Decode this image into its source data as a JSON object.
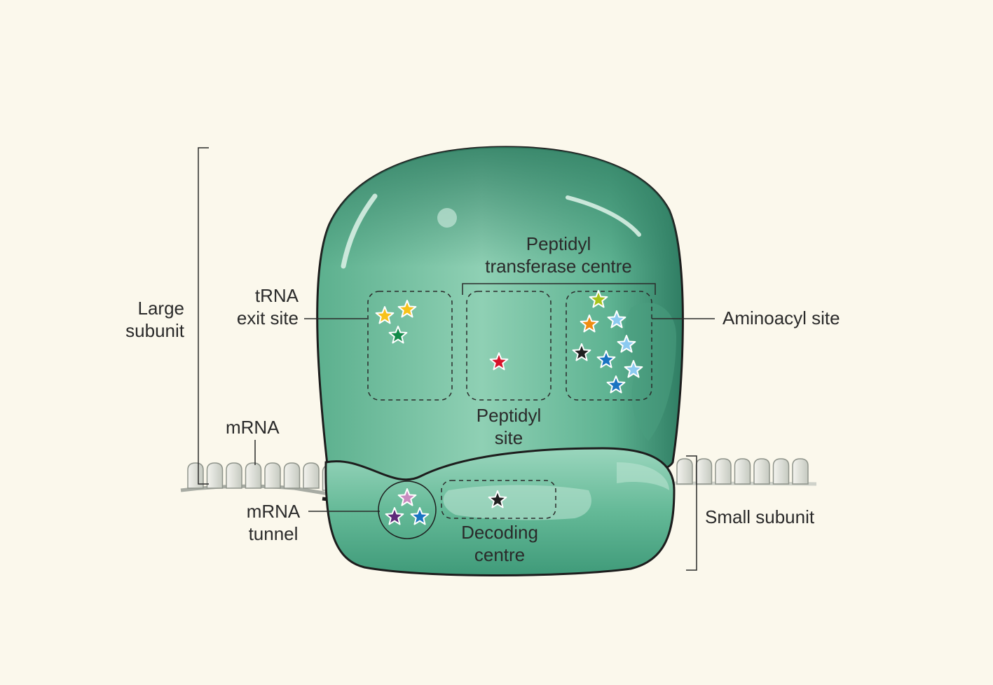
{
  "colors": {
    "background": "#fbf8ec",
    "large_subunit": "#5fb595",
    "small_subunit": "#62b997",
    "outline": "#1d1d1d",
    "mrna_bead": "#d9dcd4",
    "text": "#2a2a2a"
  },
  "labels": {
    "large_subunit": [
      "Large",
      "subunit"
    ],
    "small_subunit": "Small subunit",
    "mrna": "mRNA",
    "mrna_tunnel": [
      "mRNA",
      "tunnel"
    ],
    "trna_exit_site": [
      "tRNA",
      "exit site"
    ],
    "peptidyl_transferase_centre": [
      "Peptidyl",
      "transferase centre"
    ],
    "aminoacyl_site": "Aminoacyl site",
    "peptidyl_site": [
      "Peptidyl",
      "site"
    ],
    "decoding_centre": [
      "Decoding",
      "centre"
    ]
  },
  "star_groups": {
    "trna_exit_site": [
      "#f7c21a",
      "#f7c21a",
      "#138a4a"
    ],
    "peptidyl_site": [
      "#d7132a"
    ],
    "aminoacyl_site": [
      "#a7c31c",
      "#8ccaf0",
      "#ef8c12",
      "#8ccaf0",
      "#1f1f1f",
      "#1a74c2",
      "#8ccaf0",
      "#1a74c2"
    ],
    "decoding_centre": [
      "#1f1f1f"
    ],
    "mrna_tunnel": [
      "#c98cc0",
      "#5e2a7a",
      "#1a74c2"
    ]
  }
}
